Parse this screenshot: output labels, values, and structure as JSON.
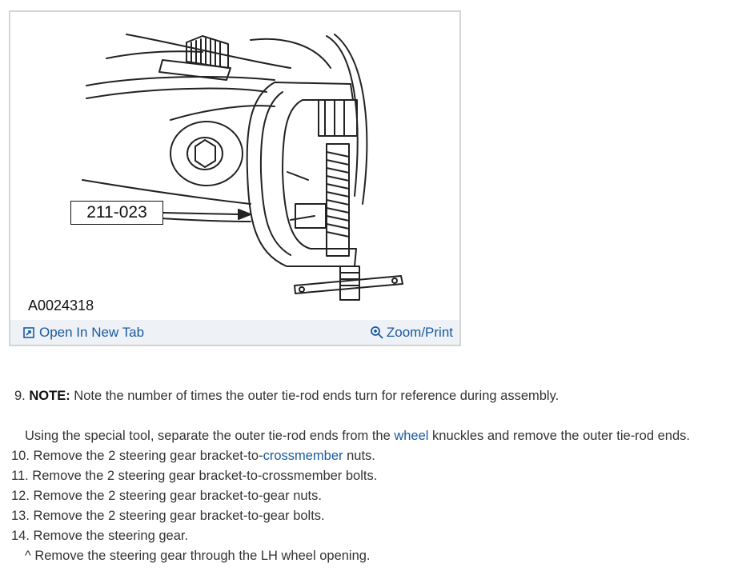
{
  "figure": {
    "figure_id": "A0024318",
    "callout_label": "211-023",
    "open_tab_label": "Open In New Tab",
    "open_tab_icon": "open-in-new-tab-icon",
    "zoom_label": "Zoom/Print",
    "zoom_icon": "zoom-in-icon"
  },
  "steps": [
    {
      "num": "9.",
      "note_label": "NOTE:",
      "text": " Note the number of times the outer tie-rod ends turn for reference during assembly."
    },
    {
      "pre": "Using the special tool, separate the outer tie-rod ends from the ",
      "link": "wheel",
      "post": " knuckles and remove the outer tie-rod ends."
    },
    {
      "num": "10.",
      "pre": " Remove the 2 steering gear bracket-to-",
      "link": "crossmember",
      "post": " nuts."
    },
    {
      "num": "11.",
      "text": " Remove the 2 steering gear bracket-to-crossmember bolts."
    },
    {
      "num": "12.",
      "text": " Remove the 2 steering gear bracket-to-gear nuts."
    },
    {
      "num": "13.",
      "text": " Remove the 2 steering gear bracket-to-gear bolts."
    },
    {
      "num": "14.",
      "text": " Remove the steering gear."
    },
    {
      "caret": "^",
      "text": " Remove the steering gear through the LH wheel opening."
    }
  ],
  "colors": {
    "link": "#1a5aa0",
    "bar": "#eef2f7",
    "border": "#d4d4d4"
  }
}
